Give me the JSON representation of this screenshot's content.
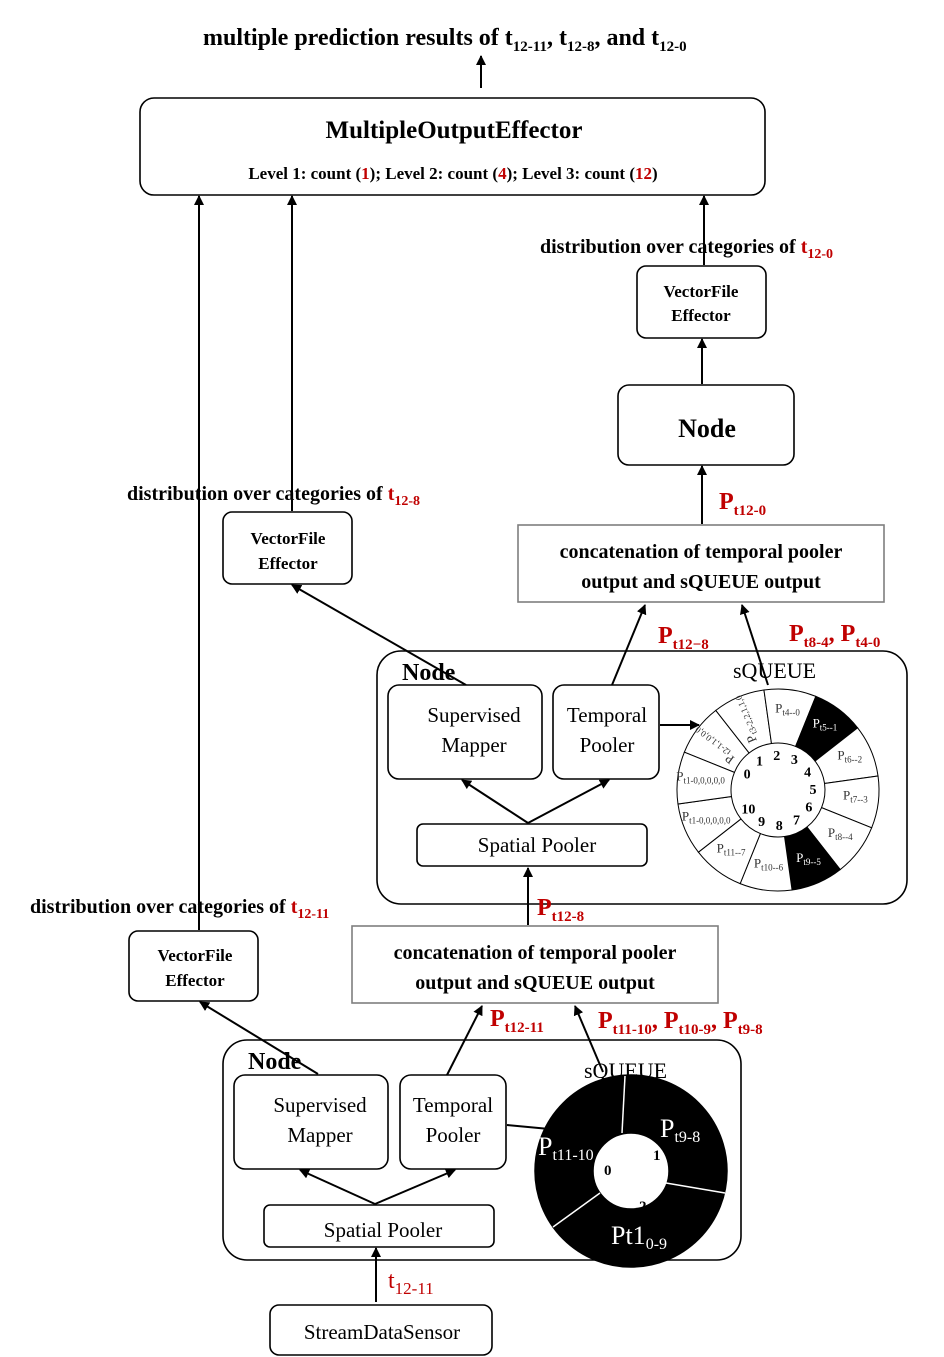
{
  "top_output": {
    "prefix": "multiple prediction results of t",
    "sub1": "12-11",
    "sep1": ", t",
    "sub2": "12-8",
    "sep2": ",  and t",
    "sub3": "12-0"
  },
  "multi_effector": {
    "title": "MultipleOutputEffector",
    "level1_pre": "Level 1: count (",
    "level1_val": "1",
    "level2_pre": "); Level 2: count (",
    "level2_val": "4",
    "level3_pre": "); Level 3: count (",
    "level3_val": "12",
    "close": ")"
  },
  "dist_top": {
    "text": "distribution over categories of ",
    "t": "t",
    "sub": "12-0"
  },
  "dist_mid": {
    "text": "distribution over categories of ",
    "t": "t",
    "sub": "12-8"
  },
  "dist_low": {
    "text": "distribution over categories of ",
    "t": "t",
    "sub": "12-11"
  },
  "vf_effector": {
    "line1": "VectorFile",
    "line2": "Effector"
  },
  "node_top": {
    "label": "Node"
  },
  "p_top": {
    "p": "P",
    "sub": "t12-0"
  },
  "concat": {
    "line1": "concatenation of temporal pooler",
    "line2": "output and sQUEUE output"
  },
  "p_mid_left": {
    "p": "P",
    "sub": "t12−8"
  },
  "p_mid_right": {
    "p1": "P",
    "sub1": "t8-4",
    "sep": ", ",
    "p2": "P",
    "sub2": "t4-0"
  },
  "node2": {
    "label": "Node",
    "mapper_l1": "Supervised",
    "mapper_l2": "Mapper",
    "tp_l1": "Temporal",
    "tp_l2": "Pooler",
    "spatial": "Spatial Pooler",
    "squeue": "sQUEUE",
    "ring_numbers": [
      "0",
      "1",
      "2",
      "3",
      "4",
      "5",
      "6",
      "7",
      "8",
      "9",
      "10"
    ],
    "segment_labels": [
      "P",
      "P",
      "P",
      "P",
      "P",
      "P",
      "P",
      "P",
      "P",
      "P",
      "P",
      "P"
    ],
    "segment_subs": [
      "t2-1,1,0,0,0",
      "t3-2,2,1,1,0",
      "t4--0",
      "t5--1",
      "t6--2",
      "t7--3",
      "t8--4",
      "t9--5",
      "t10--6",
      "t11--7",
      "t1-0,0,0,0,0",
      "t1-0,0,0,0,0"
    ]
  },
  "p_low_left": {
    "p": "P",
    "sub": "t12-8"
  },
  "p_in_low": {
    "p": "P",
    "sub": "t12-11"
  },
  "p_low_right": {
    "p1": "P",
    "sub1": "t11-10",
    "sep1": ", ",
    "p2": "P",
    "sub2": "t10-9",
    "sep2": ", ",
    "p3": "P",
    "sub3": "t9-8"
  },
  "node1": {
    "label": "Node",
    "mapper_l1": "Supervised",
    "mapper_l2": "Mapper",
    "tp_l1": "Temporal",
    "tp_l2": "Pooler",
    "spatial": "Spatial Pooler",
    "squeue": "sQUEUE",
    "ring_numbers": [
      "0",
      "1",
      "2"
    ],
    "seg_a": {
      "p": "P",
      "sub": "t11-10"
    },
    "seg_b": {
      "p": "P",
      "sub": "t9-8"
    },
    "seg_c": {
      "p": "Pt1",
      "sub": "0-9"
    }
  },
  "sensor_input": {
    "t": "t",
    "sub": "12-11"
  },
  "sensor": {
    "label": "StreamDataSensor"
  },
  "colors": {
    "accent": "#c00000",
    "concat_border": "#7f7f7f",
    "fill_dark": "#000000"
  }
}
